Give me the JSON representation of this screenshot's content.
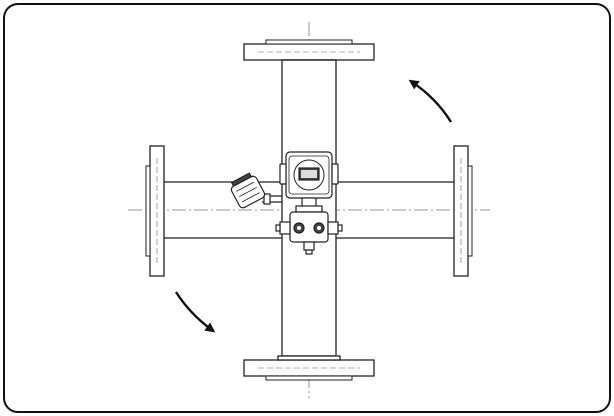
{
  "figure": {
    "subject": "flow-meter-pipe-cross-rotation",
    "colors": {
      "line": "#222222",
      "centerline": "#7a7a7a",
      "fill": "#ffffff",
      "frame": "#111111"
    },
    "arrows": [
      {
        "name": "rotation-arrow-upper-right",
        "direction": "counterclockwise"
      },
      {
        "name": "rotation-arrow-lower-left",
        "direction": "counterclockwise"
      }
    ]
  }
}
